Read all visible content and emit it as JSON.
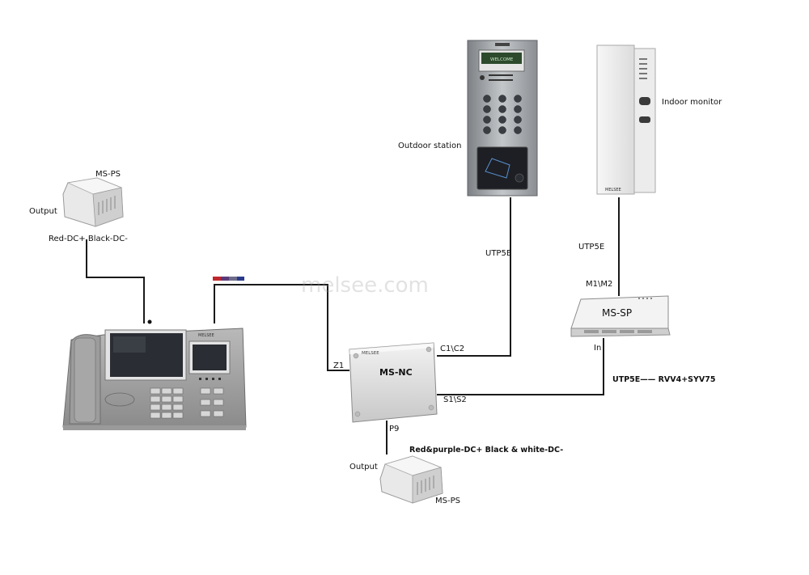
{
  "watermark": "melsee.com",
  "devices": {
    "ms_ps_top": {
      "title": "MS-PS",
      "output_label": "Output",
      "polarity_label": "Red-DC+  Black-DC-"
    },
    "ms_ps_bottom": {
      "title": "MS-PS",
      "output_label": "Output",
      "polarity_label": "Red&purple-DC+   Black & white-DC-",
      "port_label": "P9"
    },
    "outdoor_station": {
      "label": "Outdoor station",
      "screen_text": "WELCOME"
    },
    "indoor_monitor": {
      "label": "Indoor monitor",
      "brand": "MELSEE"
    },
    "ms_sp": {
      "title": "MS-SP",
      "port_top": "M1\\M2",
      "port_in": "In"
    },
    "ms_nc": {
      "title": "MS-NC",
      "brand": "MELSEE",
      "port_z1": "Z1",
      "port_c": "C1\\C2",
      "port_s": "S1\\S2"
    },
    "guard_unit": {
      "brand": "MELSEE"
    }
  },
  "cables": {
    "outdoor": "UTP5E",
    "indoor": "UTP5E",
    "sp_to_nc": "UTP5E—— RVV4+SYV75"
  },
  "colors": {
    "line": "#1a1a1a",
    "device_grey": "#d6d6d6",
    "panel_steel": "#a9acaf",
    "screen_dark": "#2a2d33",
    "wire_red": "#c0272d",
    "wire_purple": "#5a3a7a",
    "wire_blue": "#2a3a8a"
  }
}
